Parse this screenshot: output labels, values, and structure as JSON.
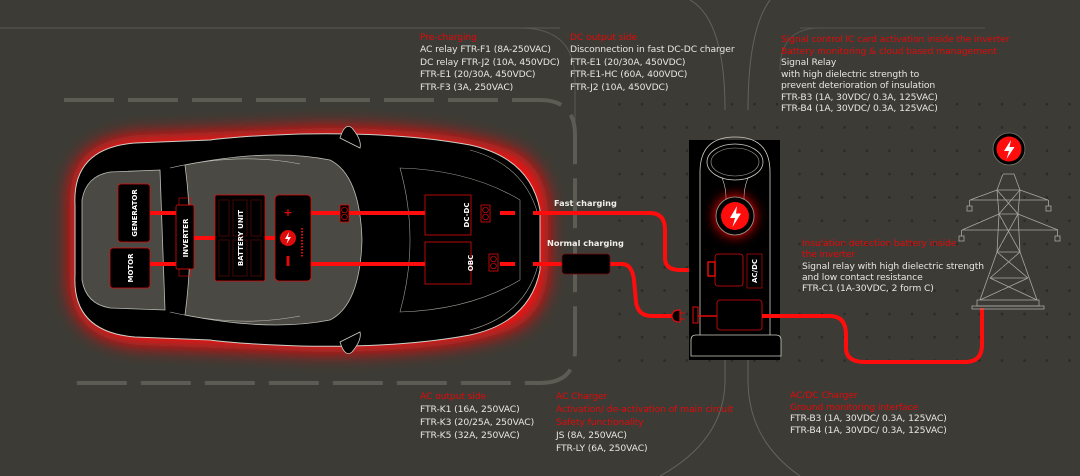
{
  "colors": {
    "background": "#3c3b35",
    "accent_red": "#e10a0a",
    "text_light": "#e8e6e0",
    "car_body": "#000000"
  },
  "car": {
    "components": {
      "generator": "GENERATOR",
      "motor": "MOTOR",
      "inverter": "INVERTER",
      "battery_unit": "BATTERY UNIT",
      "dc_dc": "DC-DC",
      "obc": "OBC"
    }
  },
  "charger": {
    "ac_dc_label": "AC/DC"
  },
  "lines": {
    "fast_charging": "Fast charging",
    "normal_charging": "Normal charging"
  },
  "icons": {
    "charger_bolt": "lightning-bolt-icon",
    "grid_bolt": "lightning-bolt-icon",
    "battery_bolt": "lightning-bolt-icon",
    "tower": "power-transmission-tower-icon",
    "plug": "plug-icon",
    "relay": "relay-icon"
  },
  "annotations": {
    "pre_charging": {
      "title_lines": [
        "Pre-charging"
      ],
      "lines": [
        "AC relay FTR-F1 (8A-250VAC)",
        "DC relay FTR-J2 (10A, 450VDC)",
        "FTR-E1 (20/30A, 450VDC)",
        "FTR-F3 (3A, 250VAC)"
      ]
    },
    "dc_output": {
      "title_lines": [
        "DC output side"
      ],
      "lines": [
        "Disconnection in fast DC-DC charger",
        "FTR-E1 (20/30A, 450VDC)",
        "FTR-E1-HC (60A, 400VDC)",
        "FTR-J2 (10A, 450VDC)"
      ]
    },
    "signal_control": {
      "title_lines": [
        "Signal control IC card activation inside the inverter",
        "Battery monitoring & cloud based management"
      ],
      "lines": [
        "Signal Relay",
        "with high dielectric strength to",
        "prevent deterioration of insulation",
        "FTR-B3 (1A, 30VDC/ 0.3A, 125VAC)",
        "FTR-B4 (1A, 30VDC/ 0.3A, 125VAC)"
      ]
    },
    "insulation_detection": {
      "title_lines": [
        "Insulation detection battery inside",
        "the inverter"
      ],
      "lines": [
        "Signal relay with high dielectric strength",
        "and low contact resistance",
        "FTR-C1 (1A-30VDC, 2 form C)"
      ]
    },
    "ac_output": {
      "title_lines": [
        "AC output side"
      ],
      "lines": [
        "FTR-K1 (16A, 250VAC)",
        "FTR-K3 (20/25A, 250VAC)",
        "FTR-K5 (32A, 250VAC)"
      ]
    },
    "ac_charger": {
      "title_lines": [
        "AC Charger",
        "Activation/ de-activation of main circuit",
        "Safety functionality"
      ],
      "lines": [
        "JS (8A, 250VAC)",
        "FTR-LY (6A, 250VAC)"
      ]
    },
    "acdc_charger": {
      "title_lines": [
        "AC/DC Charger",
        "Ground monitoring interface"
      ],
      "lines": [
        "FTR-B3 (1A, 30VDC/ 0.3A, 125VAC)",
        "FTR-B4 (1A, 30VDC/ 0.3A, 125VAC)"
      ]
    }
  }
}
